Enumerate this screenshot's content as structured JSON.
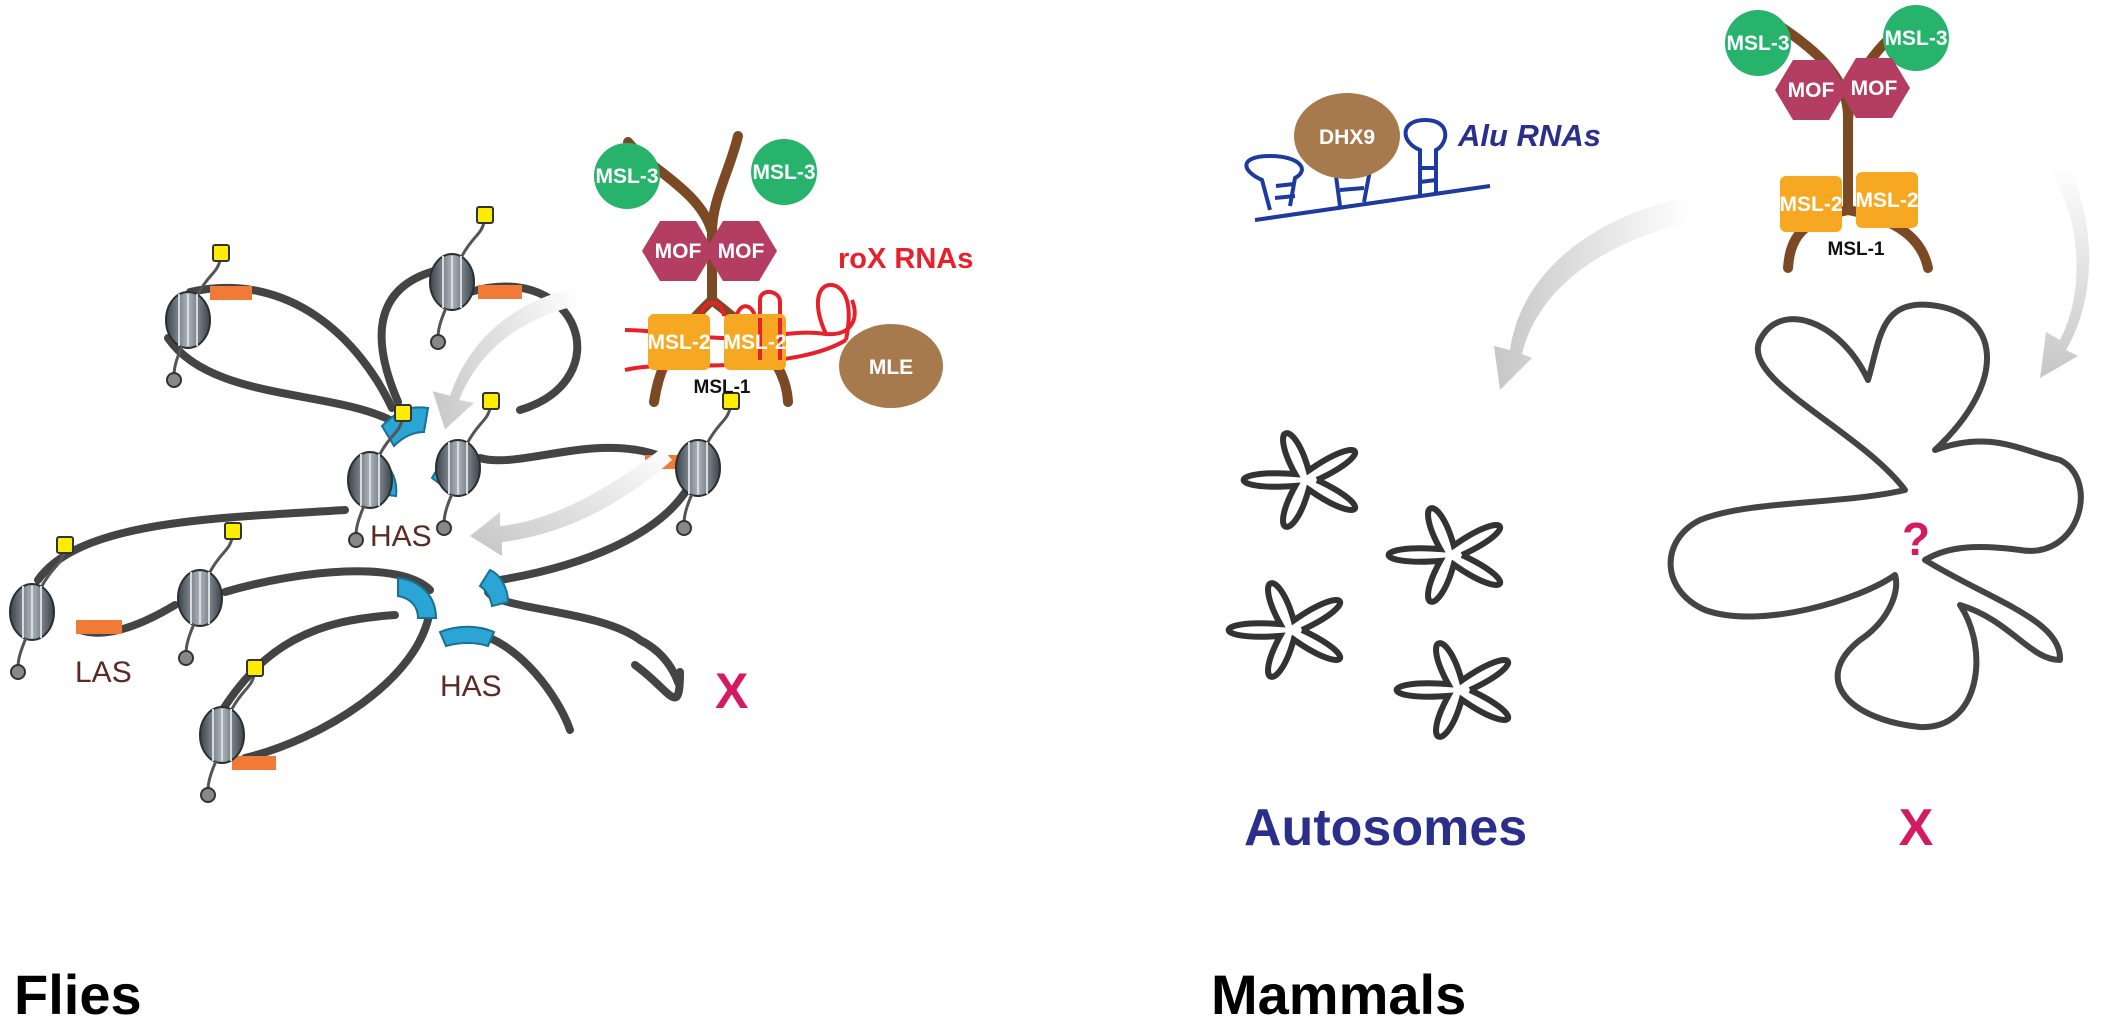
{
  "colors": {
    "msl3": "#27b36b",
    "mof": "#b43d62",
    "msl2": "#f7a823",
    "msl1": "#7b4a25",
    "mle": "#a77a4e",
    "dhx9": "#a77a4e",
    "rox": "#e8202a",
    "alu": "#1c3aa0",
    "chromatin": "#444444",
    "has_site": "#2aa5d6",
    "las_site": "#f07a36",
    "x_label": "#d41a63",
    "autosomes_label": "#2b2f8c",
    "nucleosome": "#5b6670",
    "mark": "#ffed00"
  },
  "flies": {
    "title": "Flies",
    "complex": {
      "msl3_left": "MSL-3",
      "msl3_right": "MSL-3",
      "mof_left": "MOF",
      "mof_right": "MOF",
      "msl2_left": "MSL-2",
      "msl2_right": "MSL-2",
      "msl1": "MSL-1"
    },
    "mle": "MLE",
    "rox": "roX RNAs",
    "has_upper": "HAS",
    "has_lower": "HAS",
    "las": "LAS",
    "x": "X"
  },
  "mammals": {
    "title": "Mammals",
    "dhx9": "DHX9",
    "alu": "Alu RNAs",
    "complex": {
      "msl3_left": "MSL-3",
      "msl3_right": "MSL-3",
      "mof_left": "MOF",
      "mof_right": "MOF",
      "msl2_left": "MSL-2",
      "msl2_right": "MSL-2",
      "msl1": "MSL-1"
    },
    "autosomes": "Autosomes",
    "x": "X",
    "question": "?"
  }
}
